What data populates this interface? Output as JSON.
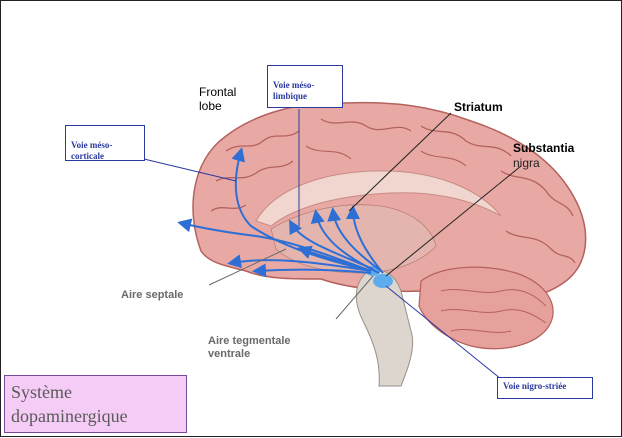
{
  "labels": {
    "frontal_lobe": "Frontal\nlobe",
    "striatum": "Striatum",
    "substantia": "Substantia",
    "nigra": "nigra",
    "aire_septale": "Aire septale",
    "aire_tegmentale": "Aire tegmentale\nventrale"
  },
  "pathways": {
    "meso_limbique": "Voie méso-\nlimbique",
    "meso_corticale": "Voie méso-\ncorticale",
    "nigro_striee": "Voie nigro-striée"
  },
  "title": "Système\ndopaminergique",
  "colors": {
    "brain_fill": "#e8a9a4",
    "brain_gyri": "#b5615d",
    "arrow_blue": "#2e6fd6",
    "box_border": "#2b3aa0",
    "title_bg": "#f5ccf5"
  }
}
